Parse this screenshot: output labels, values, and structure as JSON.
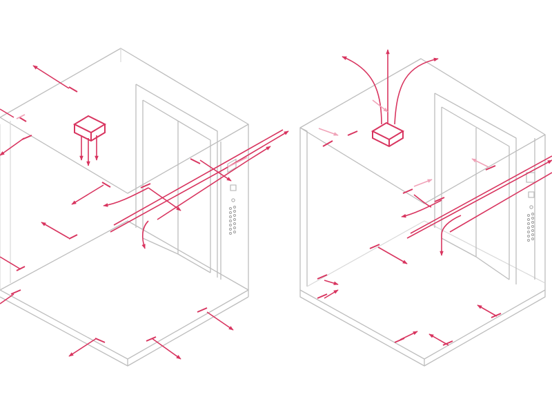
{
  "diagram": {
    "colors": {
      "accent": "#d8345f",
      "accent_faded": "#f0a3b8",
      "line": "#bdbdbd",
      "background": "#ffffff"
    },
    "panels": [
      {
        "id": "left-elevator-cab",
        "depicts": [
          "ceiling-vent-unit",
          "wall-vents",
          "floor-vents",
          "airflow-arrows",
          "elevator-doors",
          "call-button-panel"
        ]
      },
      {
        "id": "right-elevator-cab",
        "depicts": [
          "ceiling-vent-unit",
          "wall-vents",
          "floor-vents",
          "airflow-arrows",
          "elevator-doors",
          "call-button-panel"
        ]
      }
    ]
  }
}
